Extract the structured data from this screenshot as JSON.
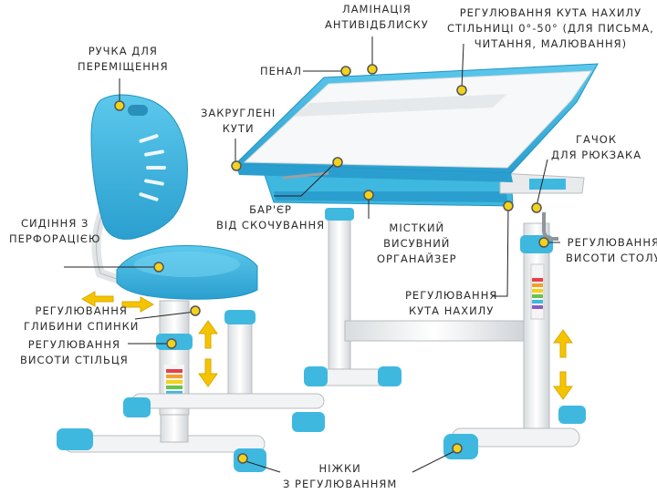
{
  "labels": {
    "handle": [
      "РУЧКА ДЛЯ",
      "ПЕРЕМІЩЕННЯ"
    ],
    "lamination": [
      "ЛАМІНАЦІЯ",
      "АНТИВІДБЛИСКУ"
    ],
    "tilt_desk": [
      "РЕГУЛЮВАННЯ КУТА НАХИЛУ",
      "СТІЛЬНИЦІ 0°-50° (ДЛЯ ПИСЬМА,",
      "ЧИТАННЯ, МАЛЮВАННЯ)"
    ],
    "pencil_case": [
      "ПЕНАЛ"
    ],
    "rounded_corners": [
      "ЗАКРУГЛЕНІ",
      "КУТИ"
    ],
    "backpack_hook": [
      "ГАЧОК",
      "ДЛЯ РЮКЗАКА"
    ],
    "seat": [
      "СИДІННЯ З",
      "ПЕРФОРАЦІЄЮ"
    ],
    "barrier": [
      "БАР'ЄР",
      "ВІД СКОЧУВАННЯ"
    ],
    "organizer": [
      "МІСТКИЙ",
      "ВИСУВНИЙ",
      "ОРГАНАЙЗЕР"
    ],
    "desk_height": [
      "РЕГУЛЮВАННЯ",
      "ВИСОТИ СТОЛУ"
    ],
    "tilt_angle": [
      "РЕГУЛЮВАННЯ",
      "КУТА НАХИЛУ"
    ],
    "back_depth": [
      "РЕГУЛЮВАННЯ",
      "ГЛИБИНИ СПИНКИ"
    ],
    "chair_height": [
      "РЕГУЛЮВАННЯ",
      "ВИСОТИ СТІЛЬЦЯ"
    ],
    "feet": [
      "НІЖКИ",
      "З РЕГУЛЮВАННЯМ"
    ]
  },
  "colors": {
    "blue": "#3fb8e0",
    "blue_dark": "#1f93c2",
    "white_frame": "#eef0f2",
    "marker": "#f2d21b",
    "arrow": "#f5c400"
  }
}
